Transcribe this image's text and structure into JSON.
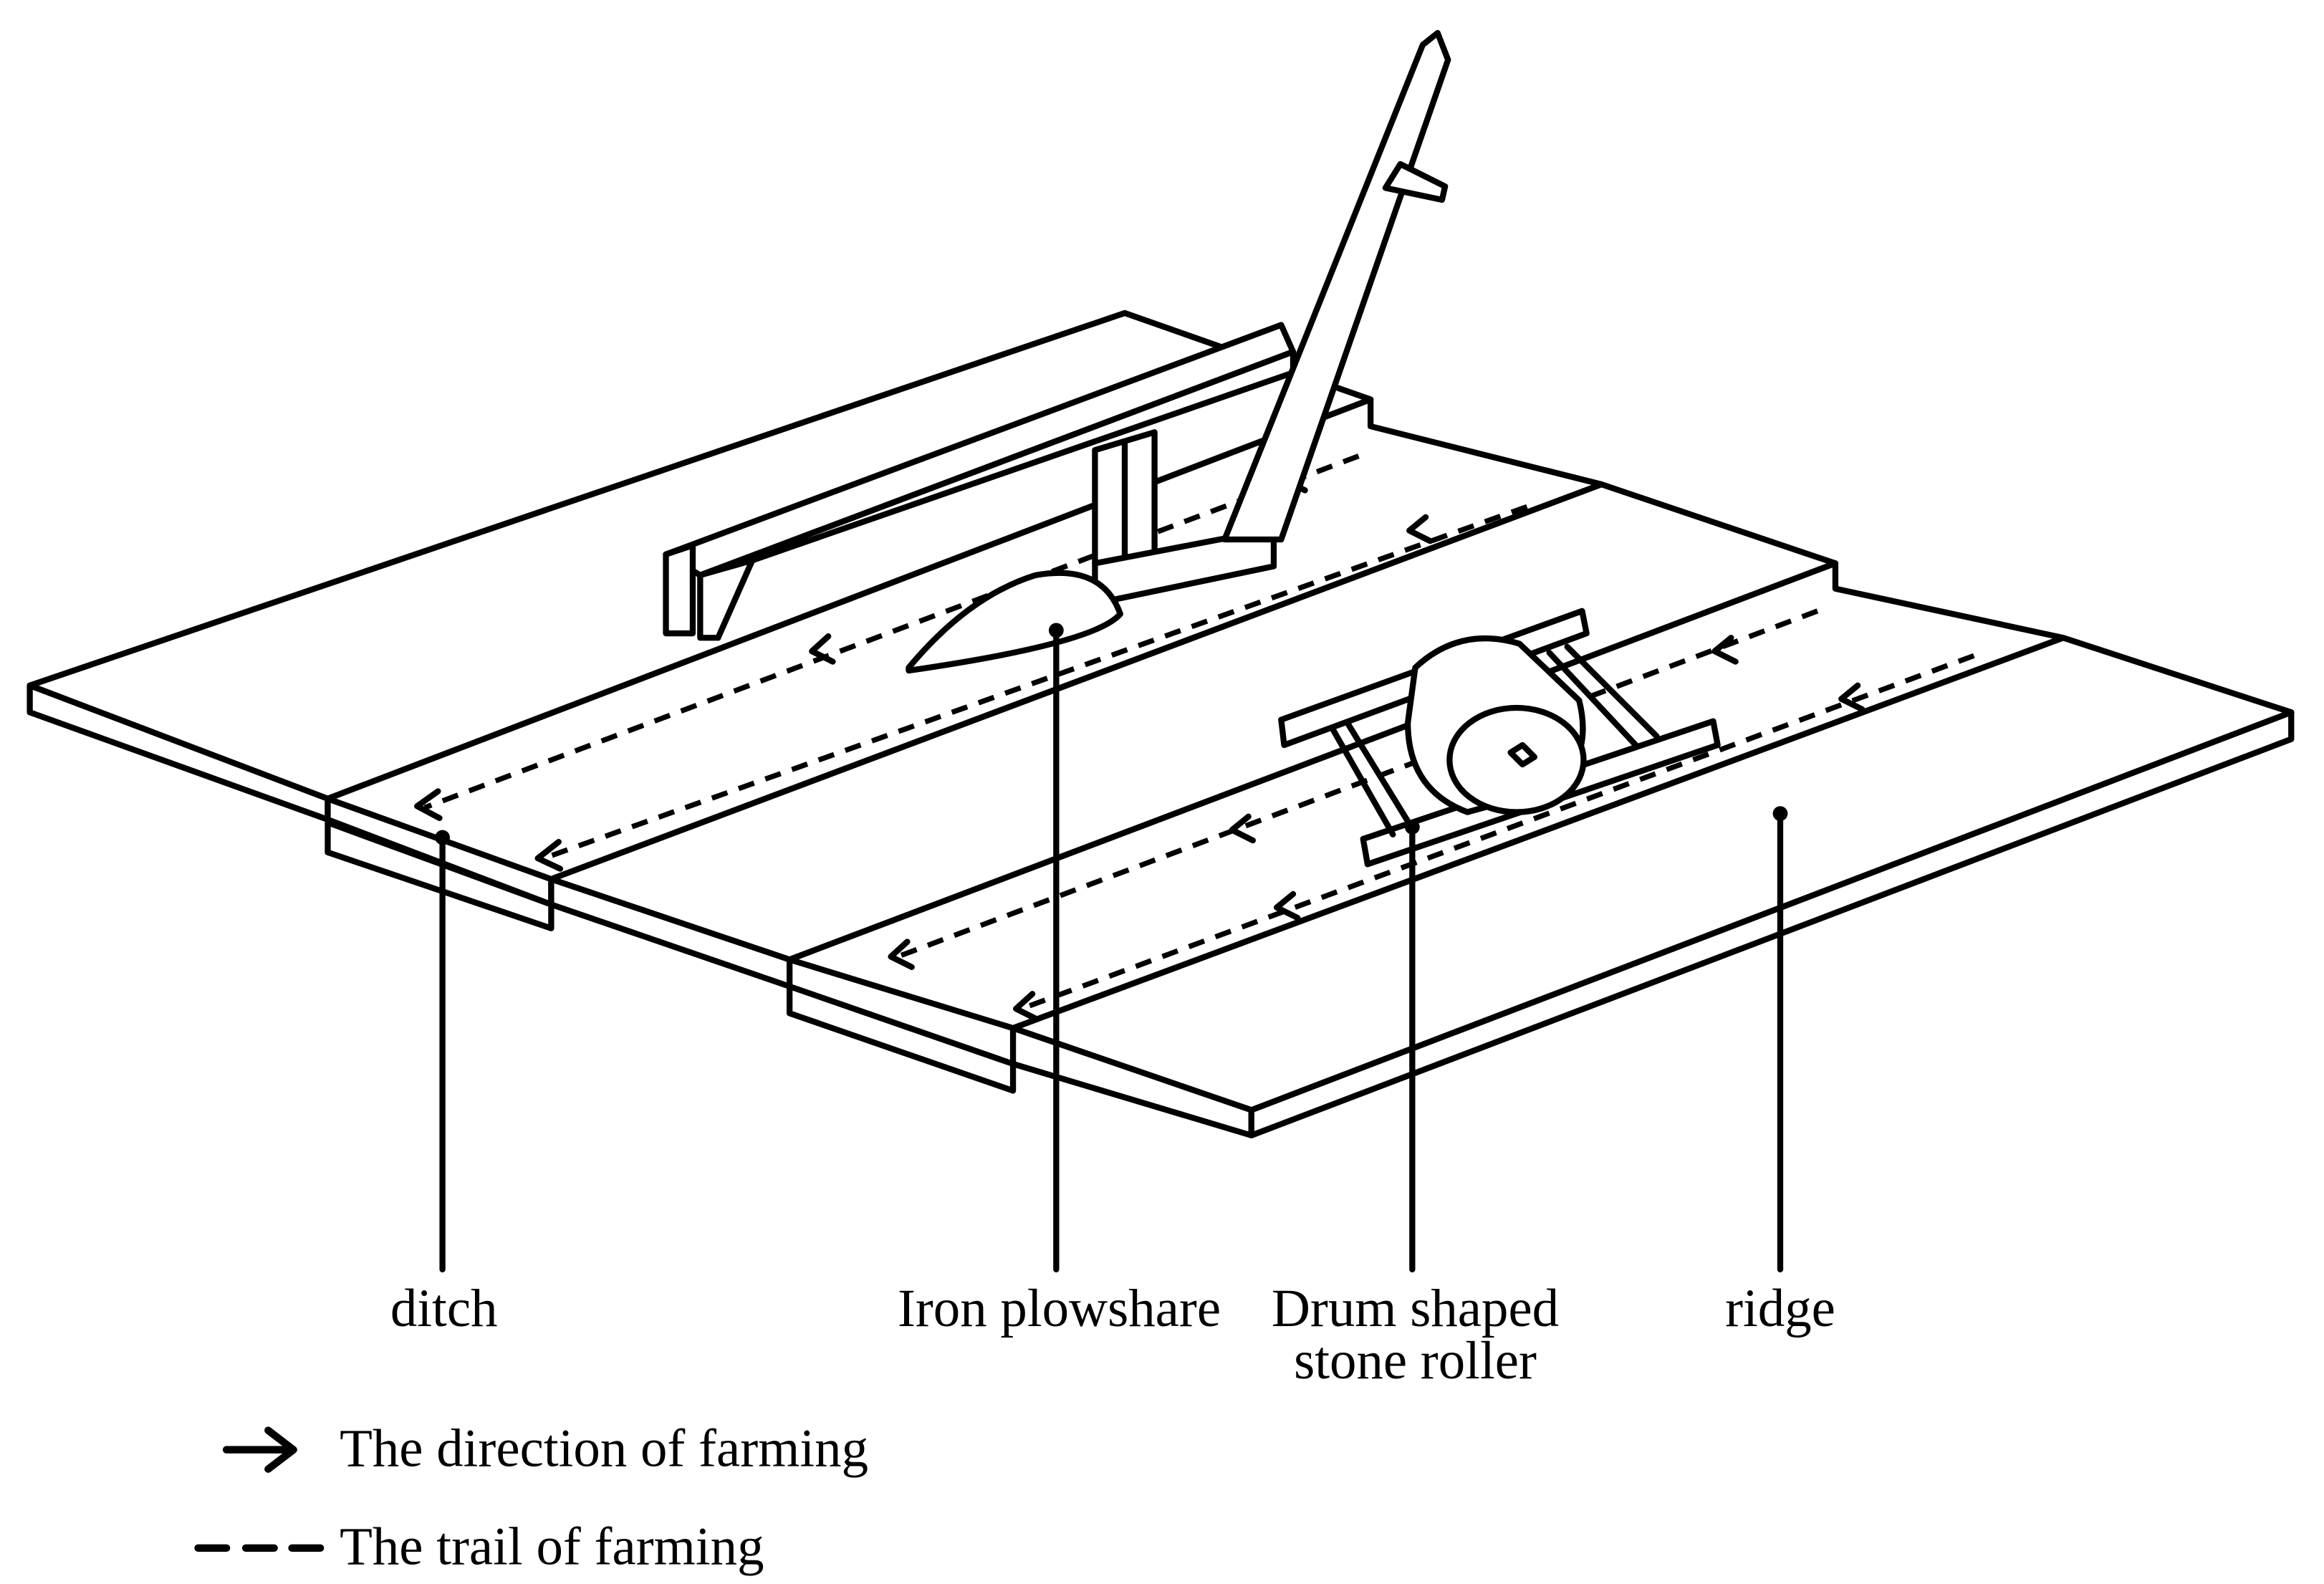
{
  "labels": {
    "ditch": "ditch",
    "iron_plowshare": "Iron plowshare",
    "drum_roller_line1": "Drum shaped",
    "drum_roller_line2": "stone roller",
    "ridge": "ridge"
  },
  "legend": {
    "direction": "The direction of farming",
    "trail": "The trail of farming"
  }
}
